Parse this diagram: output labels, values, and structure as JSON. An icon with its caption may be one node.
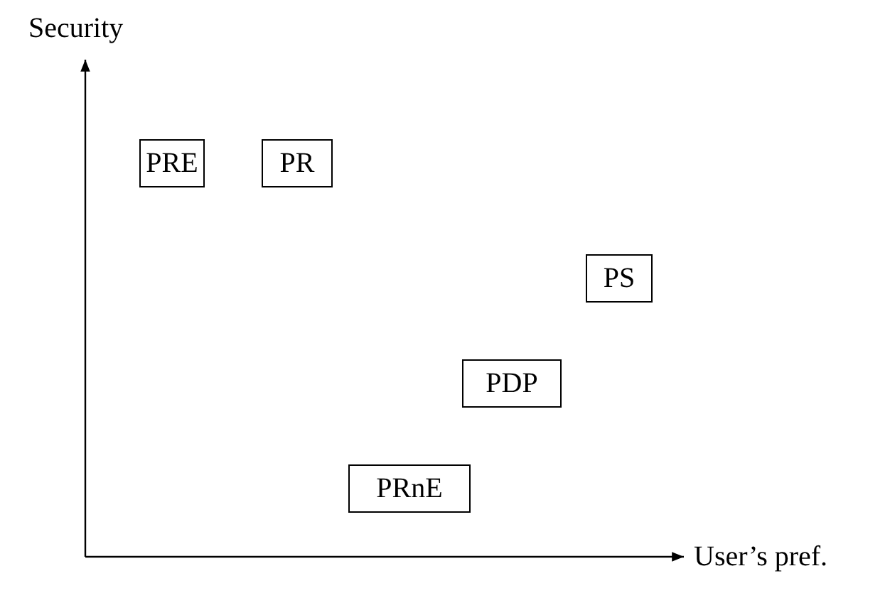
{
  "diagram": {
    "nodes": [
      {
        "text": [
          "PRE"
        ]
      },
      {
        "text": [
          "PR"
        ]
      },
      {
        "text": [
          "PS"
        ]
      },
      {
        "text": [
          "PDP"
        ]
      },
      {
        "text": [
          "PRnE"
        ]
      }
    ],
    "labels": [
      "Security",
      "User’s pref."
    ]
  }
}
